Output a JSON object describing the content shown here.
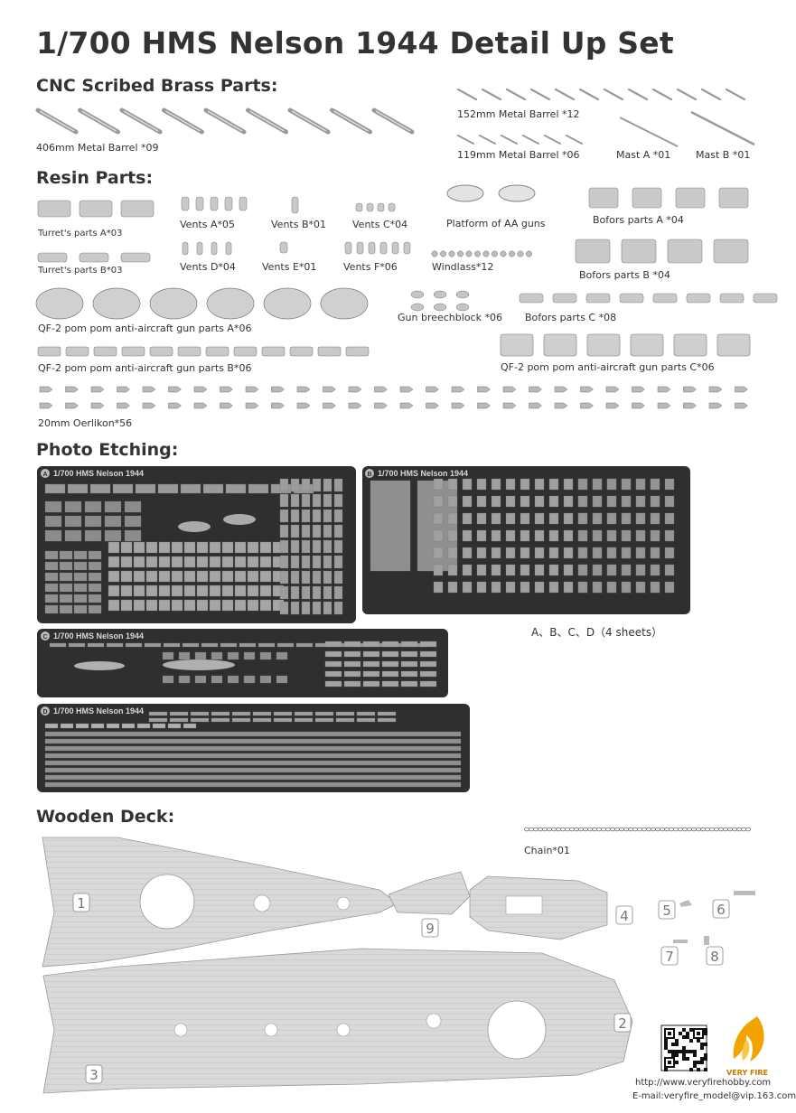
{
  "title": "1/700 HMS Nelson 1944 Detail Up Set",
  "sections": {
    "brass": "CNC Scribed Brass Parts:",
    "resin": "Resin Parts:",
    "pe": "Photo Etching:",
    "deck": "Wooden Deck:"
  },
  "brass_parts": {
    "barrel_406": "406mm Metal Barrel *09",
    "barrel_152": "152mm Metal Barrel *12",
    "barrel_119": "119mm Metal Barrel *06",
    "mast_a": "Mast A *01",
    "mast_b": "Mast B *01"
  },
  "resin_parts": {
    "turret_a": "Turret's parts A*03",
    "turret_b": "Turret's parts B*03",
    "vents_a": "Vents A*05",
    "vents_b": "Vents B*01",
    "vents_c": "Vents C*04",
    "vents_d": "Vents D*04",
    "vents_e": "Vents E*01",
    "vents_f": "Vents F*06",
    "platform": "Platform of AA guns",
    "windlass": "Windlass*12",
    "bofors_a": "Bofors parts A *04",
    "bofors_b": "Bofors parts B *04",
    "bofors_c": "Bofors parts C *08",
    "breechblock": "Gun breechblock *06",
    "pompom_a": "QF-2 pom pom anti-aircraft gun parts A*06",
    "pompom_b": "QF-2 pom pom anti-aircraft gun parts B*06",
    "pompom_c": "QF-2 pom pom anti-aircraft gun parts C*06",
    "oerlikon": "20mm Oerlikon*56"
  },
  "pe_sheets": {
    "a": "1/700 HMS Nelson 1944",
    "b": "1/700 HMS Nelson 1944",
    "c": "1/700 HMS Nelson 1944",
    "d": "1/700 HMS Nelson 1944",
    "letter_a": "A",
    "letter_b": "B",
    "letter_c": "C",
    "letter_d": "D",
    "note": "A、B、C、D（4 sheets）"
  },
  "deck": {
    "chain": "Chain*01",
    "numbers": [
      "1",
      "2",
      "3",
      "4",
      "5",
      "6",
      "7",
      "8",
      "9"
    ]
  },
  "footer": {
    "url": "http://www.veryfirehobby.com",
    "email": "E-mail:veryfire_model@vip.163.com",
    "brand": "VERY FIRE"
  },
  "colors": {
    "pe_sheet": "#2f2f2f",
    "deck": "#d9d9d9",
    "logo": "#f2a300"
  }
}
